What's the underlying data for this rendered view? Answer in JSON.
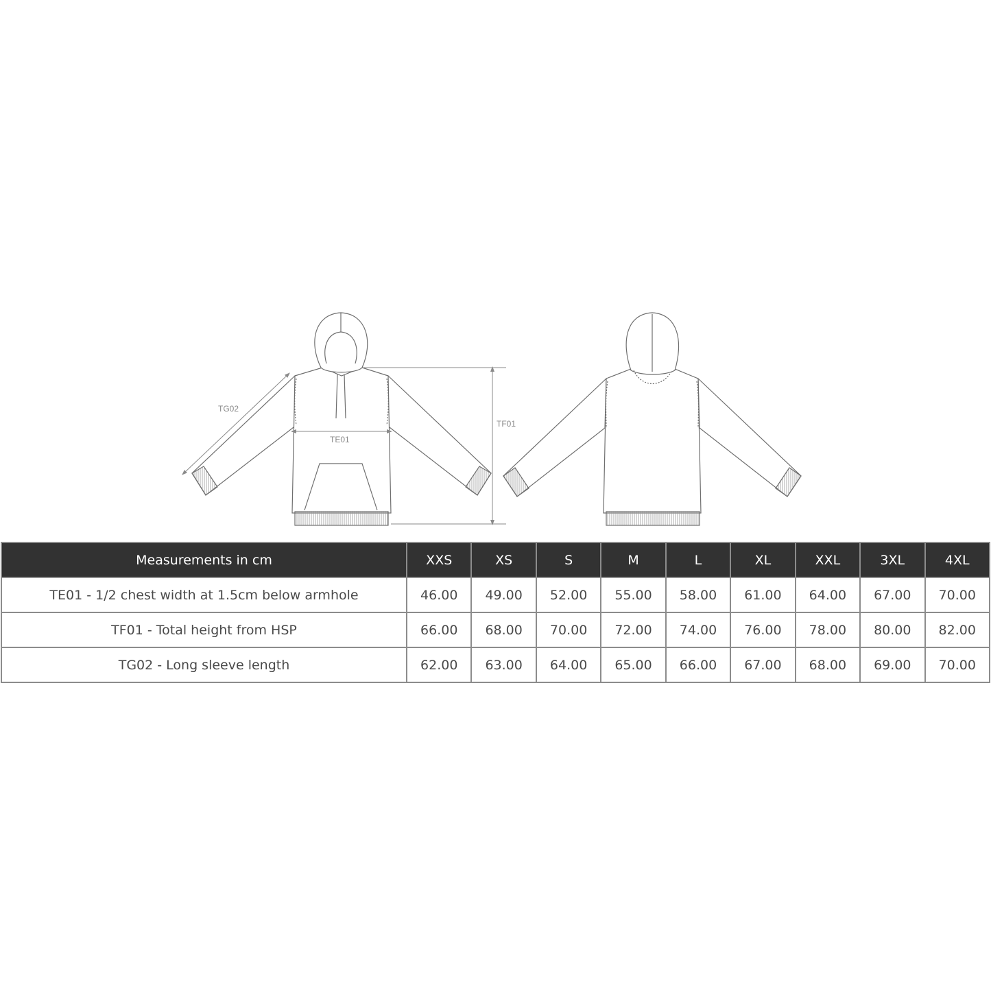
{
  "diagram": {
    "labels": {
      "sleeve": "TG02",
      "chest": "TE01",
      "height": "TF01"
    }
  },
  "table": {
    "header_label": "Measurements in cm",
    "sizes": [
      "XXS",
      "XS",
      "S",
      "M",
      "L",
      "XL",
      "XXL",
      "3XL",
      "4XL"
    ],
    "rows": [
      {
        "label": "TE01 - 1/2 chest width at 1.5cm below armhole",
        "values": [
          "46.00",
          "49.00",
          "52.00",
          "55.00",
          "58.00",
          "61.00",
          "64.00",
          "67.00",
          "70.00"
        ]
      },
      {
        "label": "TF01 - Total height from HSP",
        "values": [
          "66.00",
          "68.00",
          "70.00",
          "72.00",
          "74.00",
          "76.00",
          "78.00",
          "80.00",
          "82.00"
        ]
      },
      {
        "label": "TG02 - Long sleeve length",
        "values": [
          "62.00",
          "63.00",
          "64.00",
          "65.00",
          "66.00",
          "67.00",
          "68.00",
          "69.00",
          "70.00"
        ]
      }
    ]
  },
  "colors": {
    "header_bg": "#323232",
    "header_text": "#ffffff",
    "border": "#8c8c8c",
    "cell_text": "#4a4a4a",
    "sketch_line": "#6e6e6e"
  }
}
